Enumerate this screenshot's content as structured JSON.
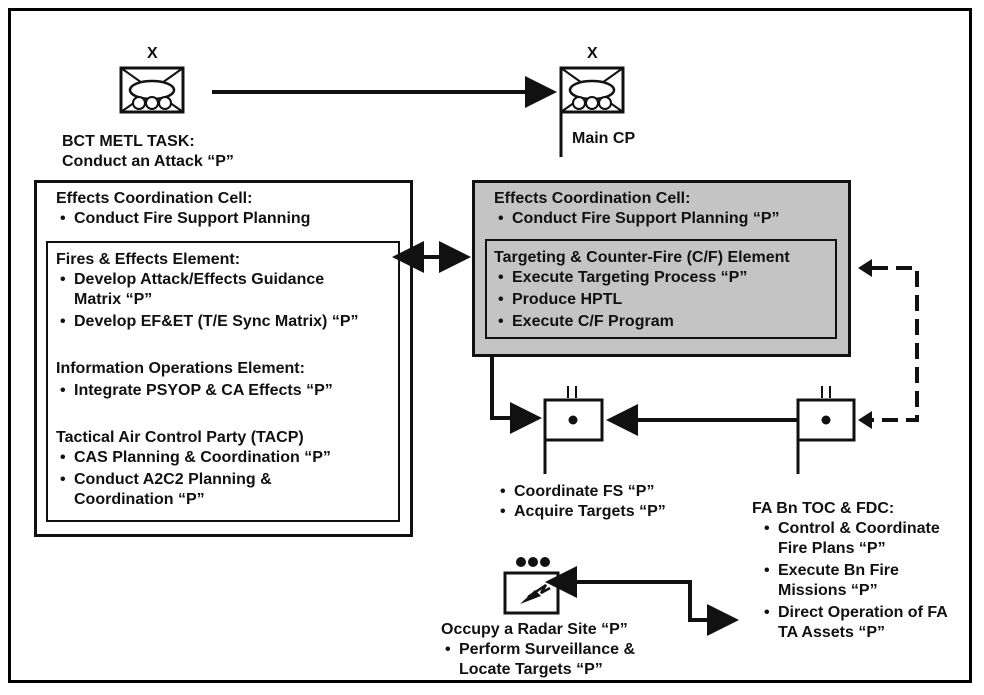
{
  "brigade_echelon": "X",
  "bct": {
    "task_heading": "BCT METL TASK:",
    "task": "Conduct an Attack “P”"
  },
  "main_cp": {
    "label": "Main CP"
  },
  "left_cell": {
    "title": "Effects Coordination Cell:",
    "item": "Conduct Fire Support Planning",
    "fires": {
      "title": "Fires & Effects Element:",
      "item1_line1": "Develop Attack/Effects Guidance",
      "item1_line2": "Matrix “P”",
      "item2": "Develop EF&ET (T/E Sync Matrix) “P”"
    },
    "info_ops": {
      "title": "Information Operations Element:",
      "item": "Integrate PSYOP & CA Effects “P”"
    },
    "tacp": {
      "title": "Tactical Air Control Party (TACP)",
      "item1": "CAS Planning & Coordination “P”",
      "item2_line1": "Conduct A2C2 Planning &",
      "item2_line2": "Coordination “P”"
    }
  },
  "right_cell": {
    "title": "Effects Coordination Cell:",
    "item": "Conduct Fire Support Planning “P”",
    "targeting": {
      "title": "Targeting & Counter-Fire (C/F) Element",
      "item1": "Execute Targeting Process “P”",
      "item2": "Produce HPTL",
      "item3": "Execute C/F Program"
    }
  },
  "fs_unit": {
    "echelon": "II",
    "item1": "Coordinate FS “P”",
    "item2": "Acquire Targets “P”"
  },
  "fa_bn": {
    "echelon": "II",
    "title": "FA Bn TOC & FDC:",
    "item1_line1": "Control & Coordinate",
    "item1_line2": "Fire Plans  “P”",
    "item2_line1": "Execute Bn Fire",
    "item2_line2": "Missions “P”",
    "item3_line1": "Direct Operation of FA",
    "item3_line2": "TA Assets “P”"
  },
  "radar": {
    "title": "Occupy a Radar Site “P”",
    "item1_line1": "Perform Surveillance &",
    "item1_line2": "Locate Targets “P”"
  },
  "colors": {
    "shaded_cell": "#c4c4c4",
    "line": "#111111"
  }
}
